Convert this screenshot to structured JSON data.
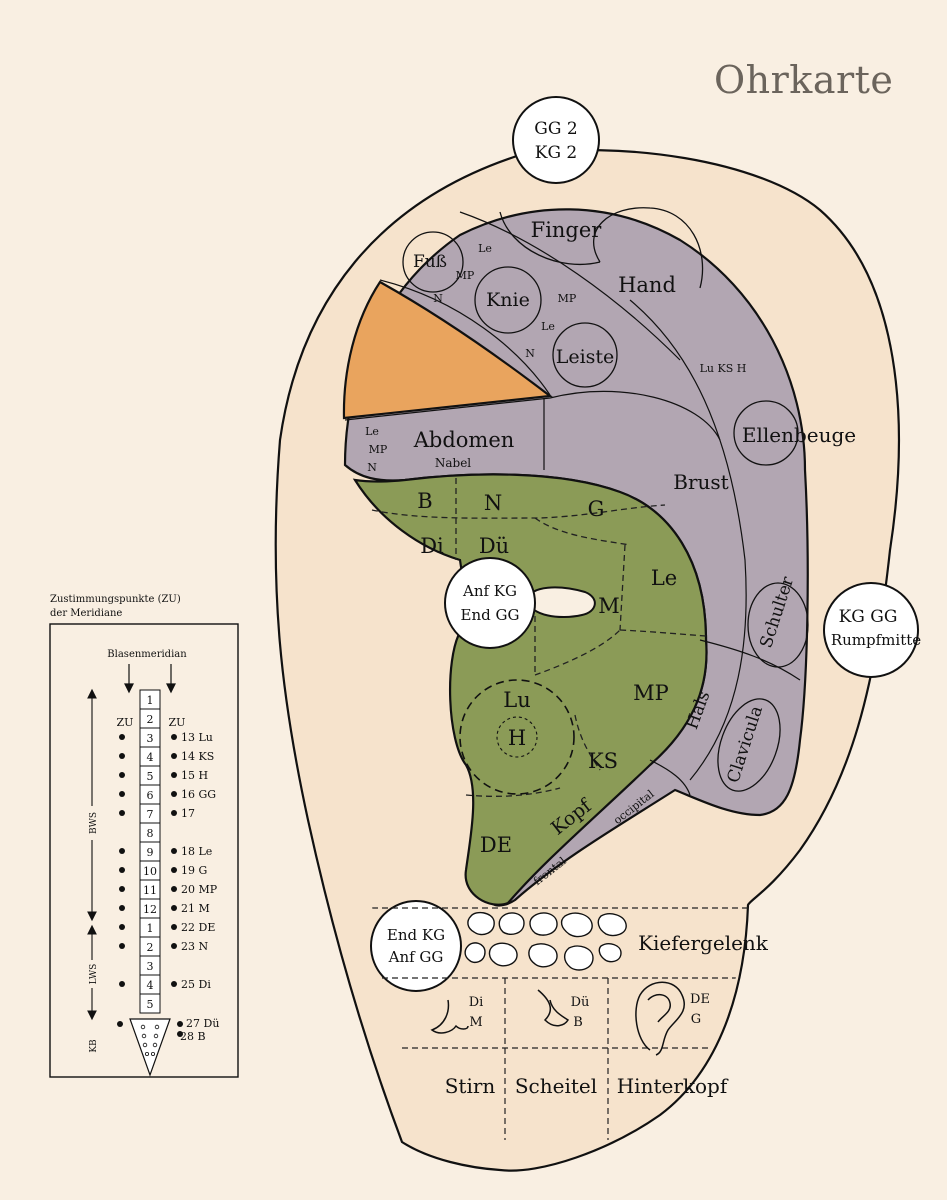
{
  "title": "Ohrkarte",
  "colors": {
    "background": "#f9efe2",
    "outer_ear": "#f6e3cc",
    "lilac": "#b2a6b2",
    "green": "#8b9b57",
    "orange": "#e9a45e"
  },
  "circles": {
    "top": [
      "GG 2",
      "KG 2"
    ],
    "right": [
      "KG GG",
      "Rumpfmitte"
    ],
    "center": [
      "Anf KG",
      "End GG"
    ],
    "lower": [
      "End KG",
      "Anf GG"
    ]
  },
  "upper": {
    "finger": "Finger",
    "hand": "Hand",
    "fuss": "Fuß",
    "knie": "Knie",
    "leiste": "Leiste",
    "le1": "Le",
    "mp1": "MP",
    "n1": "N",
    "mp2": "MP",
    "le2": "Le",
    "n2": "N",
    "lu_ks_h": "Lu KS H"
  },
  "antihelix": {
    "ellenbeuge": "Ellenbeuge",
    "brust": "Brust",
    "schulter": "Schulter",
    "hals": "Hals",
    "clavicula": "Clavicula",
    "kopf": "Kopf",
    "frontal": "frontal",
    "occipital": "occipital"
  },
  "abdomen": {
    "label": "Abdomen",
    "nabel": "Nabel",
    "le": "Le",
    "mp": "MP",
    "n": "N"
  },
  "concha": {
    "b": "B",
    "n": "N",
    "g": "G",
    "di": "Di",
    "due": "Dü",
    "le": "Le",
    "m": "M",
    "mp": "MP",
    "lu": "Lu",
    "h": "H",
    "ks": "KS",
    "de": "DE"
  },
  "lobe": {
    "kiefergelenk": "Kiefergelenk",
    "di": "Di",
    "m": "M",
    "due": "Dü",
    "b": "B",
    "de": "DE",
    "g": "G",
    "stirn": "Stirn",
    "scheitel": "Scheitel",
    "hinterkopf": "Hinterkopf"
  },
  "inset": {
    "heading1": "Zustimmungspunkte (ZU)",
    "heading2": "der Meridiane",
    "blasenmeridian": "Blasenmeridian",
    "zu_left": "ZU",
    "zu_right": "ZU",
    "bws": "BWS",
    "lws": "LWS",
    "kb": "KB",
    "vertebrae": [
      "1",
      "2",
      "3",
      "4",
      "5",
      "6",
      "7",
      "8",
      "9",
      "10",
      "11",
      "12",
      "1",
      "2",
      "3",
      "4",
      "5"
    ],
    "points": [
      {
        "row": 2,
        "label": "13 Lu"
      },
      {
        "row": 3,
        "label": "14 KS"
      },
      {
        "row": 4,
        "label": "15 H"
      },
      {
        "row": 5,
        "label": "16 GG"
      },
      {
        "row": 6,
        "label": "17"
      },
      {
        "row": 8,
        "label": "18 Le"
      },
      {
        "row": 9,
        "label": "19 G"
      },
      {
        "row": 10,
        "label": "20 MP"
      },
      {
        "row": 11,
        "label": "21 M"
      },
      {
        "row": 12,
        "label": "22 DE"
      },
      {
        "row": 13,
        "label": "23 N"
      },
      {
        "row": 15,
        "label": "25 Di"
      }
    ],
    "sacral": [
      "27 Dü",
      "28 B"
    ]
  }
}
